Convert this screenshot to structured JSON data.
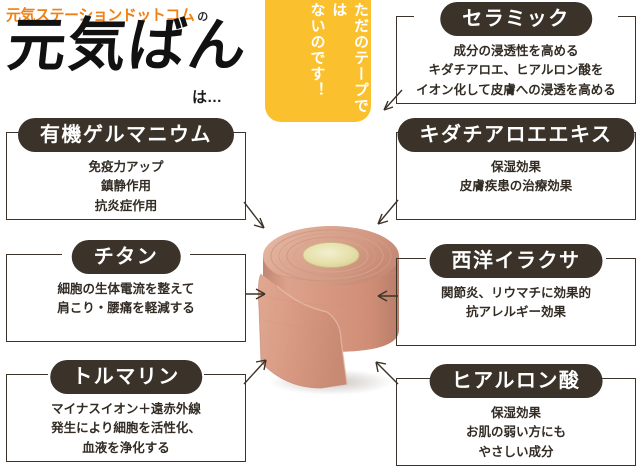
{
  "header": {
    "brand": "元気ステーションドットコム",
    "brand_particle": "の",
    "product_name": "元気ばん",
    "suffix": "は…"
  },
  "badge": {
    "text": "ただのテープでは\nないのです！",
    "color": "#fbc02d"
  },
  "colors": {
    "pill": "#3b332a",
    "brand_orange": "#f08013",
    "body_text": "#332c25",
    "tape_pink": "#d9957f"
  },
  "center_image": {
    "name": "kinesiology-tape-roll",
    "description": "ピンク色のテープロール"
  },
  "cards": [
    {
      "id": "ceramic",
      "title": "セラミック",
      "body": "成分の浸透性を高める\nキダチアロエ、ヒアルロン酸を\nイオン化して皮膚への浸透を高める",
      "side": "right"
    },
    {
      "id": "organic-germanium",
      "title": "有機ゲルマニウム",
      "body": "免疫力アップ\n鎮静作用\n抗炎症作用",
      "side": "left"
    },
    {
      "id": "kidachi-aloe-extract",
      "title": "キダチアロエエキス",
      "body": "保湿効果\n皮膚疾患の治療効果",
      "side": "right"
    },
    {
      "id": "titanium",
      "title": "チタン",
      "body": "細胞の生体電流を整えて\n肩こり・腰痛を軽減する",
      "side": "left"
    },
    {
      "id": "western-nettle",
      "title": "西洋イラクサ",
      "body": "関節炎、リウマチに効果的\n抗アレルギー効果",
      "side": "right"
    },
    {
      "id": "tourmaline",
      "title": "トルマリン",
      "body": "マイナスイオン＋遠赤外線\n発生により細胞を活性化、\n血液を浄化する",
      "side": "left"
    },
    {
      "id": "hyaluronic-acid",
      "title": "ヒアルロン酸",
      "body": "保湿効果\nお肌の弱い方にも\nやさしい成分",
      "side": "right"
    }
  ]
}
